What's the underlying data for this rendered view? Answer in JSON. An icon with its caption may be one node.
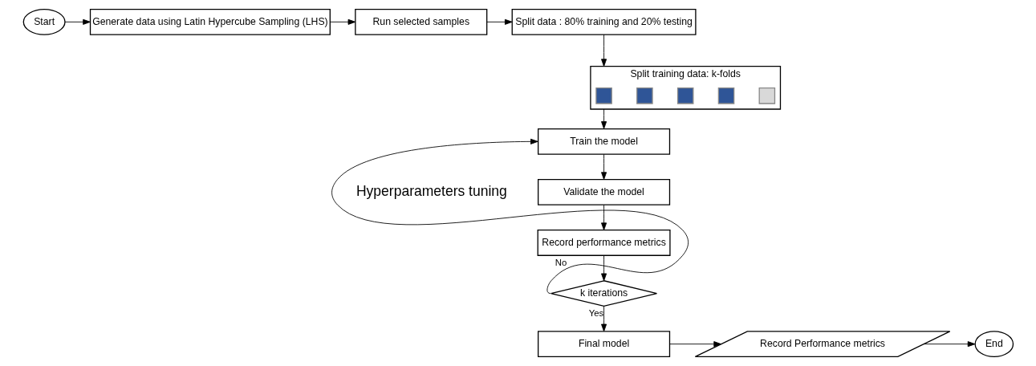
{
  "diagram": {
    "nodes": [
      {
        "text": [
          "Start"
        ]
      },
      {
        "text": [
          "Generate data using Latin Hypercube Sampling (LHS)"
        ]
      },
      {
        "text": [
          "Run selected samples"
        ]
      },
      {
        "text": [
          "Split data : 80% training and 20% testing"
        ]
      },
      {
        "text": [
          "Split training data: k-folds"
        ]
      },
      {
        "text": [],
        "shape": "box",
        "in": 4
      },
      {
        "text": [],
        "shape": "box",
        "in": 4
      },
      {
        "text": [],
        "shape": "box",
        "in": 4
      },
      {
        "text": [],
        "shape": "box",
        "in": 4
      },
      {
        "text": [],
        "shape": "box",
        "in": 4
      },
      {
        "text": [
          "Train the model"
        ]
      },
      {
        "text": [
          "Validate the model"
        ]
      },
      {
        "text": [
          "Record performance metrics"
        ]
      },
      {
        "text": [
          "k iterations"
        ]
      },
      {
        "text": [
          "Final model"
        ]
      },
      {
        "text": [
          "Record Performance metrics"
        ]
      },
      {
        "text": [
          "End"
        ]
      }
    ],
    "edges": [
      {
        "from": 0,
        "to": 1,
        "arrow": "to"
      },
      {
        "from": 1,
        "to": 2,
        "arrow": "to"
      },
      {
        "from": 2,
        "to": 3,
        "arrow": "to"
      },
      {
        "from": 3,
        "to": 4,
        "arrow": "to"
      },
      {
        "from": 4,
        "to": 10,
        "arrow": "to"
      },
      {
        "from": 10,
        "to": 11,
        "arrow": "to"
      },
      {
        "from": 11,
        "to": 12,
        "arrow": "to"
      },
      {
        "from": 12,
        "to": 13,
        "arrow": "to"
      },
      {
        "from": 13,
        "to": 10,
        "label": "No",
        "arrow": "to"
      },
      {
        "from": 13,
        "to": 14,
        "label": "Yes",
        "arrow": "to"
      },
      {
        "from": 14,
        "to": 15,
        "arrow": "to"
      },
      {
        "from": 15,
        "to": 16,
        "arrow": "to"
      }
    ],
    "labels": [
      "Hyperparameters tuning"
    ]
  }
}
